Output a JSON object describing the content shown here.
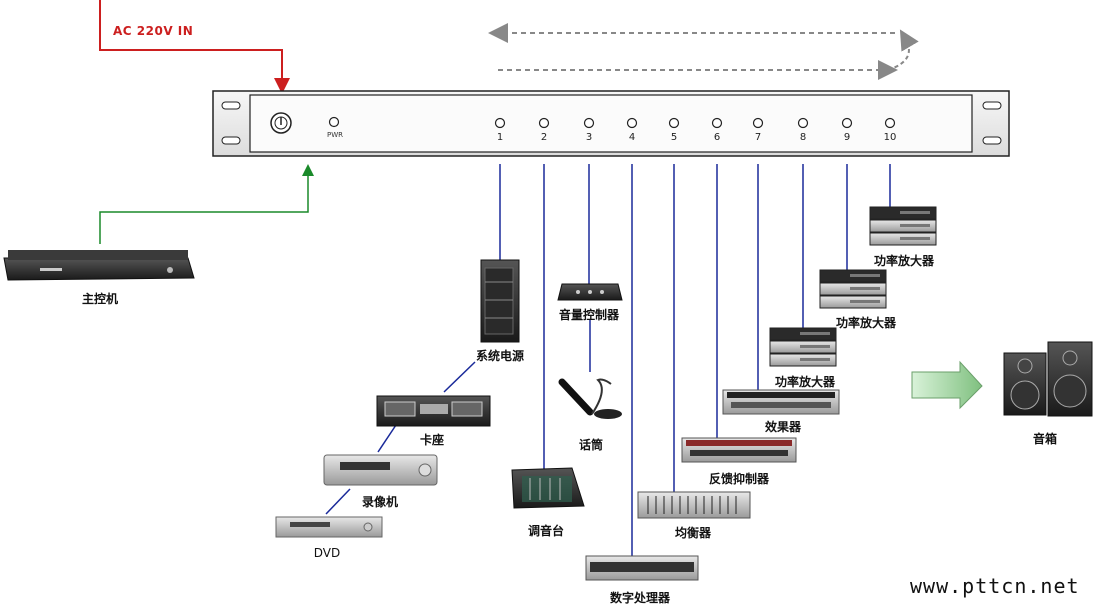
{
  "power_input": {
    "label": "AC 220V IN",
    "color": "#cc1f1f"
  },
  "rack": {
    "power_label": "PWR",
    "ports": [
      "1",
      "2",
      "3",
      "4",
      "5",
      "6",
      "7",
      "8",
      "9",
      "10"
    ],
    "link_color": "#1a2a9a",
    "control_link_color": "#1a8a2a"
  },
  "devices": {
    "host": "主控机",
    "power_supply": "系统电源",
    "cassette": "卡座",
    "vcr": "录像机",
    "dvd": "DVD",
    "mixer": "调音台",
    "volume_ctrl": "音量控制器",
    "microphone": "话筒",
    "dsp": "数字处理器",
    "equalizer": "均衡器",
    "feedback": "反馈抑制器",
    "effects": "效果器",
    "amp1": "功率放大器",
    "amp2": "功率放大器",
    "amp3": "功率放大器",
    "speakers": "音箱"
  },
  "watermark": "www.pttcn.net"
}
